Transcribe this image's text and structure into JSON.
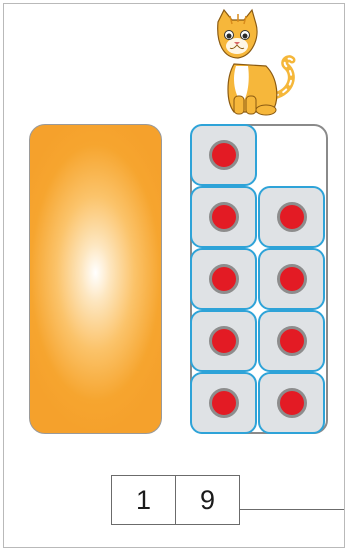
{
  "number": {
    "tens_digit": "1",
    "ones_digit": "9"
  },
  "model": {
    "tens_rods": 1,
    "ones_cubes": 9,
    "tens_rod_color": "#f5a12c",
    "cube_border_color": "#2ea3d8",
    "counter_color": "#e31b24"
  },
  "mascot": {
    "icon": "cat-icon"
  }
}
